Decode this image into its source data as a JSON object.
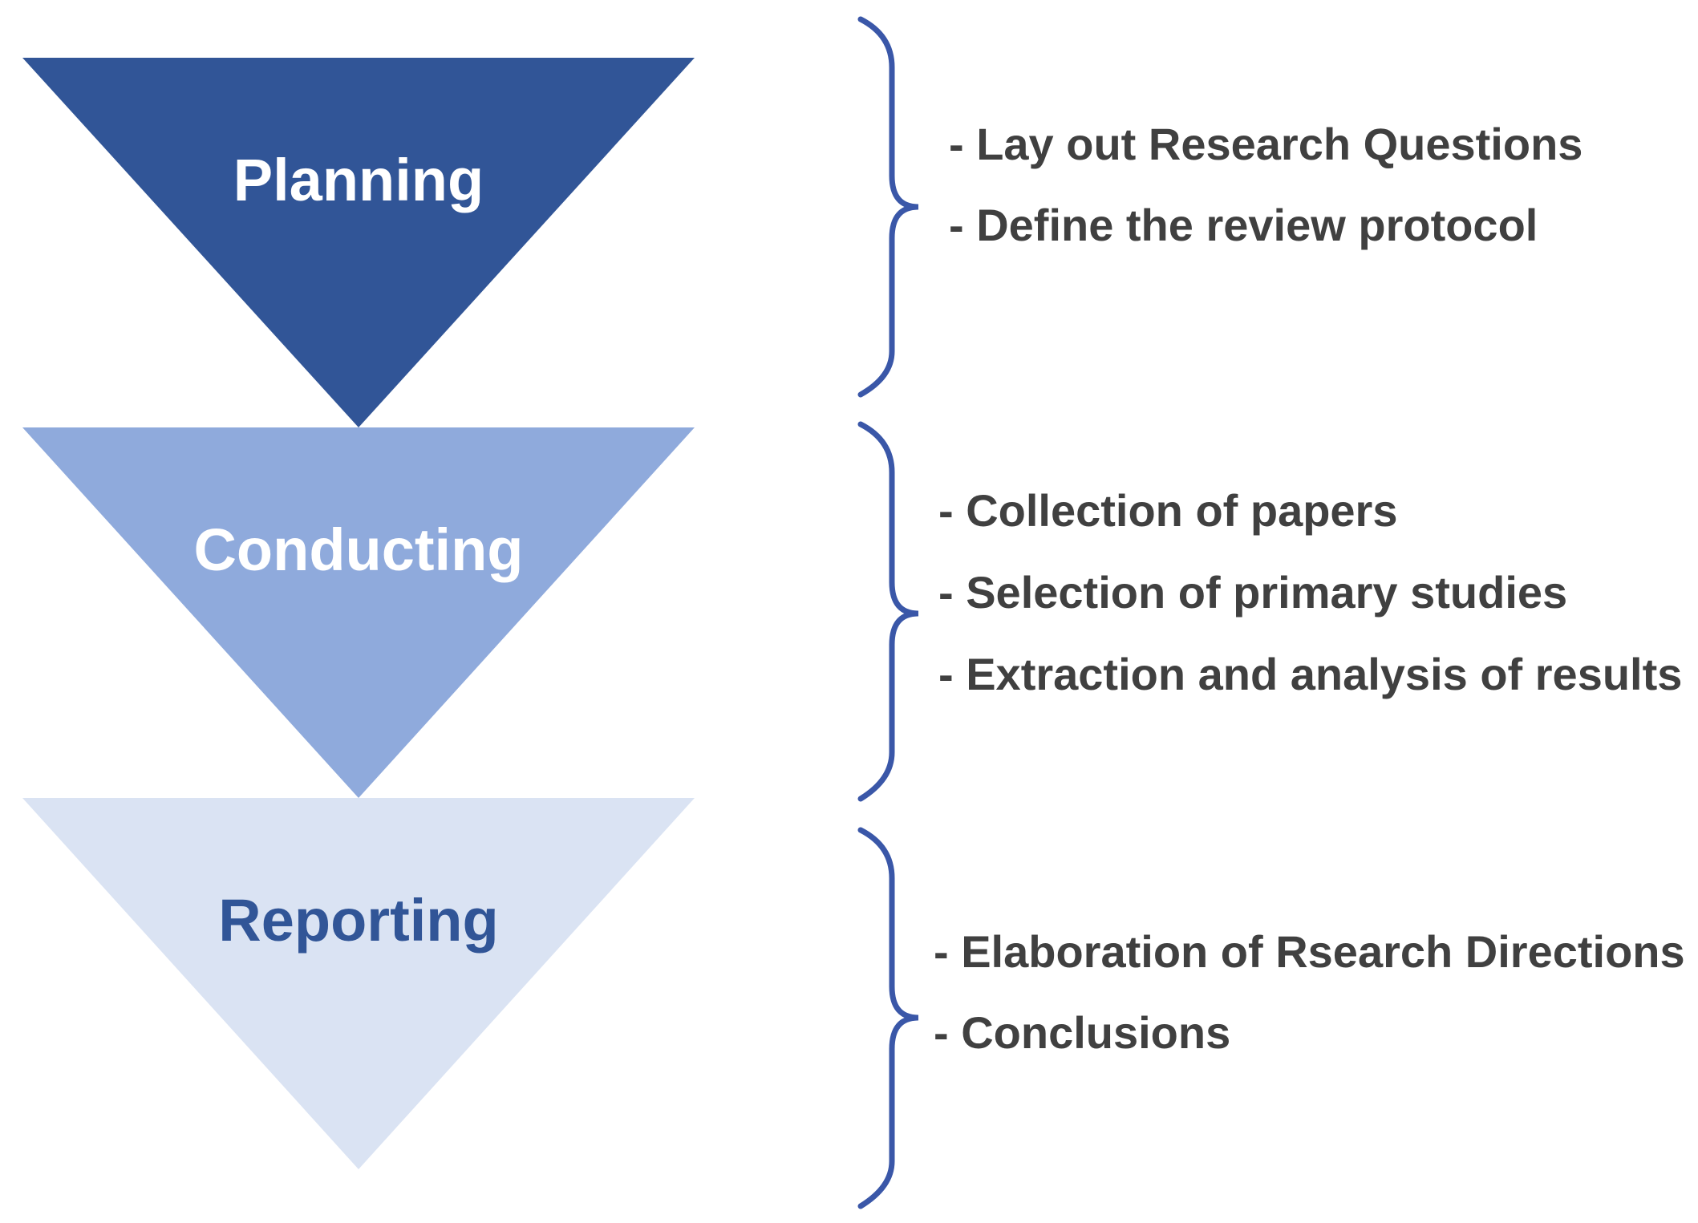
{
  "stages": [
    {
      "label": "Planning",
      "fill_color": "#315597",
      "label_color": "#ffffff",
      "items": [
        "- Lay out Research Questions",
        "- Define the review protocol"
      ]
    },
    {
      "label": "Conducting",
      "fill_color": "#8faadc",
      "label_color": "#ffffff",
      "items": [
        "- Collection of papers",
        "- Selection of primary studies",
        "- Extraction and analysis of results"
      ]
    },
    {
      "label": "Reporting",
      "fill_color": "#dae3f3",
      "label_color": "#315597",
      "items": [
        "- Elaboration of Rsearch Directions",
        "- Conclusions"
      ]
    }
  ],
  "colors": {
    "bracket": "#3a57a8",
    "item_text": "#404040"
  },
  "icons": {
    "bracket": "right-curly-brace"
  }
}
